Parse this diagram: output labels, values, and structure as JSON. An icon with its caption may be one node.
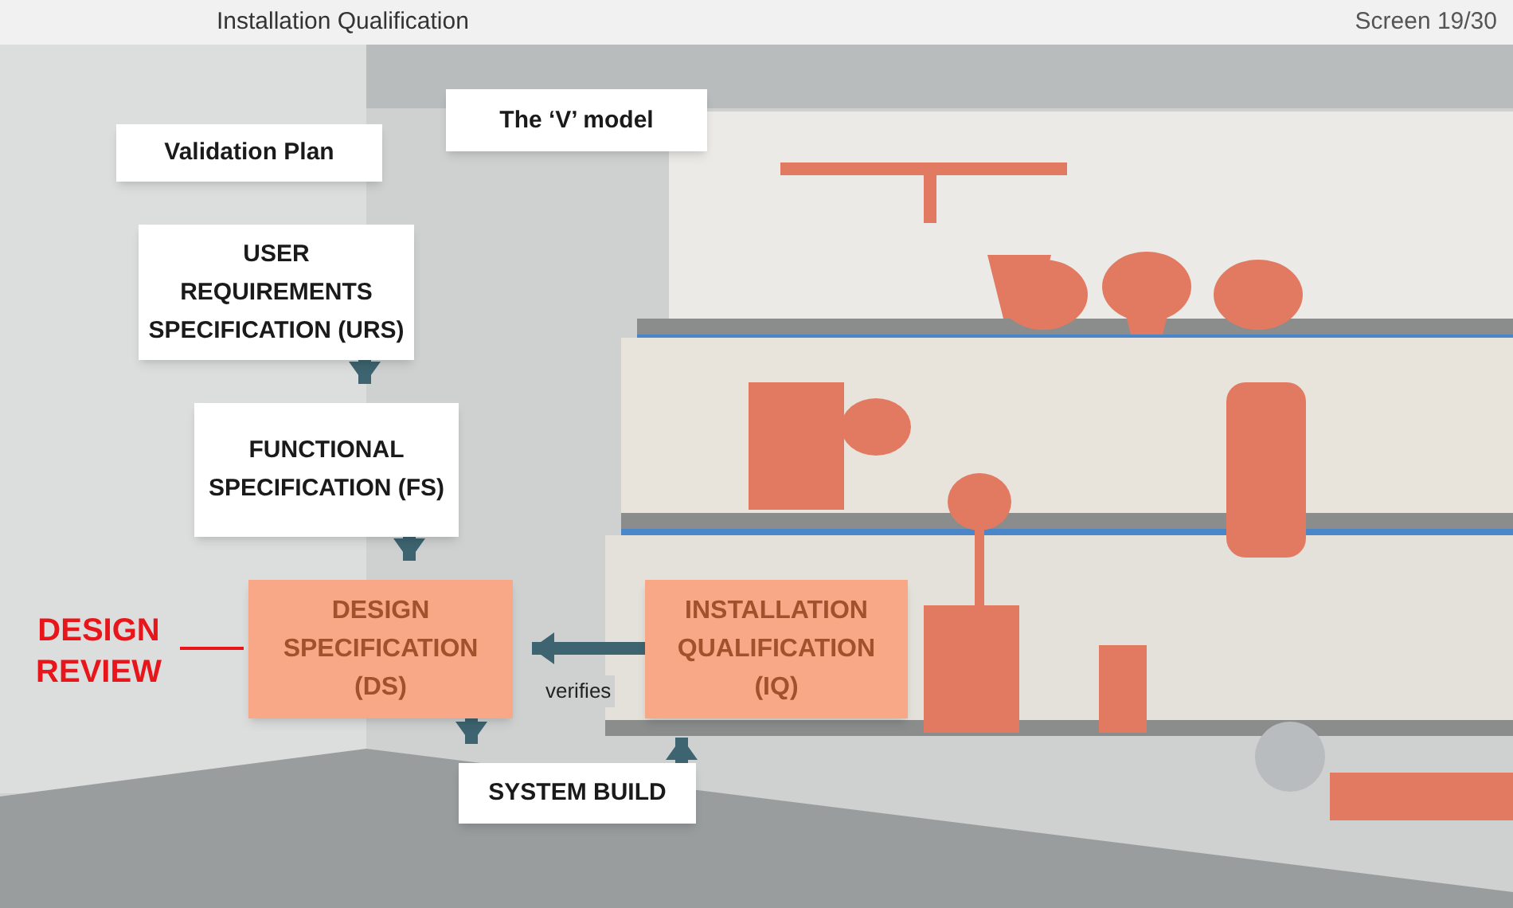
{
  "diagram": {
    "title": "Installation Qualification",
    "nodes": [
      {
        "text": [
          "Validation Plan"
        ]
      },
      {
        "text": [
          "The ‘V’ model"
        ]
      },
      {
        "text": [
          "USER REQUIREMENTS SPECIFICATION (URS)"
        ]
      },
      {
        "text": [
          "FUNCTIONAL SPECIFICATION (FS)"
        ]
      },
      {
        "text": [
          "DESIGN SPECIFICATION (DS)"
        ]
      },
      {
        "text": [
          "INSTALLATION QUALIFICATION (IQ)"
        ]
      },
      {
        "text": [
          "SYSTEM BUILD"
        ]
      },
      {
        "text": [
          "DESIGN REVIEW"
        ]
      }
    ],
    "edges": [
      {
        "from": 2,
        "to": 3,
        "arrow": "to"
      },
      {
        "from": 3,
        "to": 4,
        "arrow": "to"
      },
      {
        "from": 4,
        "to": 6,
        "arrow": "to"
      },
      {
        "from": 6,
        "to": 5,
        "arrow": "to"
      },
      {
        "from": 5,
        "to": 4,
        "arrow": "to",
        "label": "verifies"
      },
      {
        "from": 7,
        "to": 4,
        "arrow": "none",
        "color": "#e8161b"
      }
    ],
    "labels": [
      "Screen 19/30"
    ]
  }
}
